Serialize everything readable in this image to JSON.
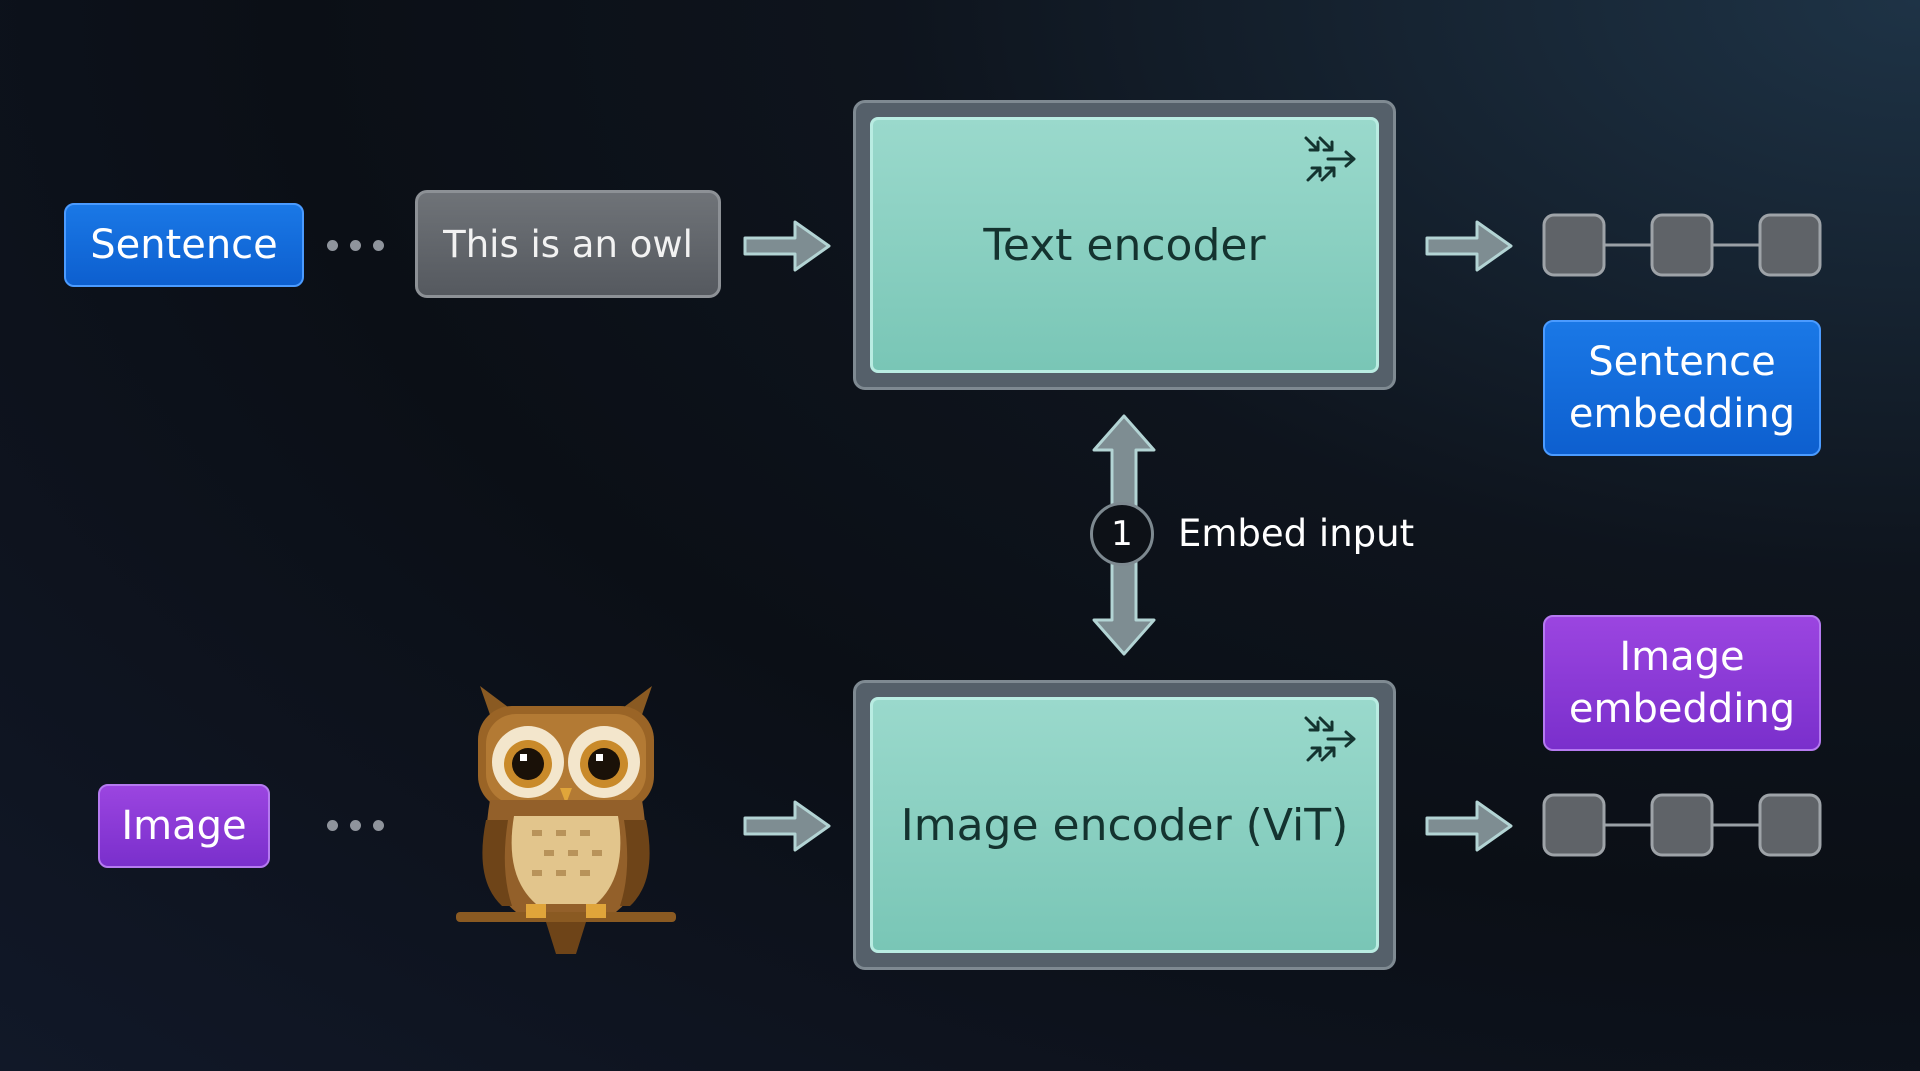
{
  "labels": {
    "sentence": "Sentence",
    "image": "Image",
    "sentence_embedding": "Sentence embedding",
    "image_embedding": "Image embedding"
  },
  "input_text": "This is an owl",
  "encoders": {
    "text": "Text encoder",
    "image": "Image encoder (ViT)"
  },
  "step": {
    "number": "1",
    "label": "Embed input"
  },
  "icons": {
    "encoder": "compress-arrows-icon",
    "flow": "right-arrow-icon",
    "input_image": "pixel-owl"
  },
  "colors": {
    "sentence": "#1670e0",
    "image": "#8a3bd6",
    "encoder": "#8fd4c6",
    "node": "#5f6368"
  }
}
